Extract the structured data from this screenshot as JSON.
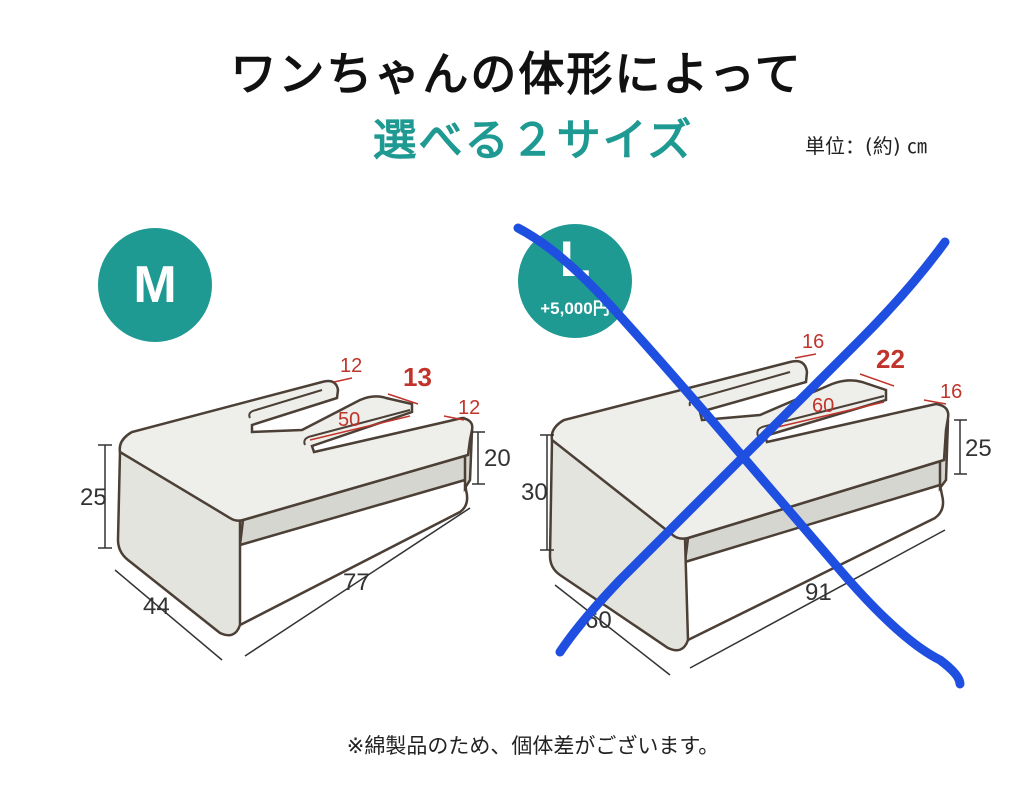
{
  "header": {
    "title": "ワンちゃんの体形によって",
    "subtitle": "選べる２サイズ",
    "unit": "単位：(約) ㎝"
  },
  "sizes": [
    {
      "label": "M",
      "dims": {
        "height_back": "25",
        "height_front": "20",
        "width": "44",
        "length": "77",
        "slot_length": "50",
        "side_left": "12",
        "middle": "13",
        "side_right": "12"
      }
    },
    {
      "label": "L",
      "price": "+5,000円",
      "crossed_out": true,
      "dims": {
        "height_back": "30",
        "height_front": "25",
        "width": "60",
        "length": "91",
        "slot_length": "60",
        "side_left": "16",
        "middle": "22",
        "side_right": "16"
      }
    }
  ],
  "footnote": "※綿製品のため、個体差がございます。",
  "colors": {
    "accent": "#1f9a92",
    "dimension_red": "#c0342b",
    "strike_blue": "#1f4fe0"
  }
}
